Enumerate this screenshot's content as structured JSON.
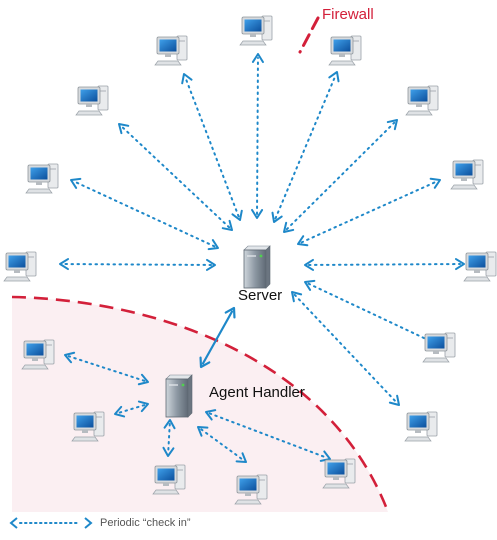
{
  "labels": {
    "firewall": "Firewall",
    "server": "Server",
    "agent_handler": "Agent Handler",
    "legend": "Periodic “check in”"
  },
  "colors": {
    "arrow": "#1e88c9",
    "firewall": "#d3203a",
    "zone_fill": "#fbeff2",
    "server_body": "#8a95a0",
    "monitor_frame": "#d7dadd",
    "monitor_screen": "#1a6fc2"
  },
  "icons": {
    "client": "desktop-computer-icon",
    "server": "server-tower-icon",
    "legend": "dotted-double-arrow-icon"
  }
}
